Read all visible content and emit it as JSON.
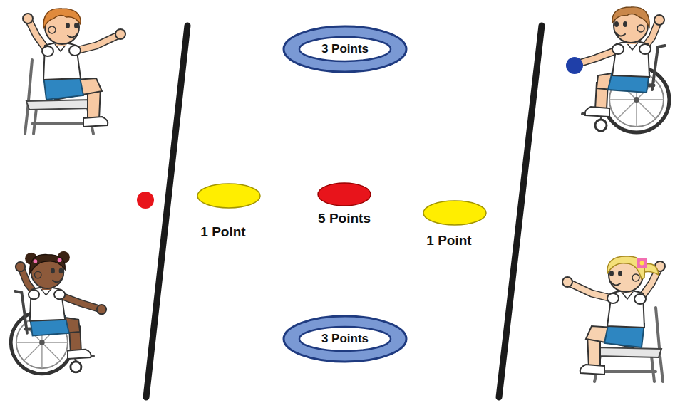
{
  "diagram": {
    "nodes": [
      {
        "text": [
          "3 Points"
        ]
      },
      {
        "text": [
          "1 Point"
        ]
      },
      {
        "text": [
          "5 Points"
        ]
      },
      {
        "text": [
          "1 Point"
        ]
      },
      {
        "text": [
          "3 Points"
        ]
      }
    ]
  }
}
